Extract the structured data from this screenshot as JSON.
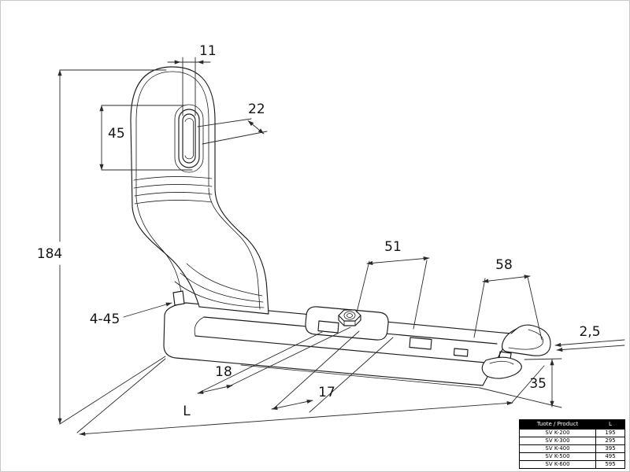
{
  "drawing": {
    "description": "Isometric technical drawing of sheet-metal roof bracket with dimensions",
    "dims": {
      "slot_width": "11",
      "slot_rim": "22",
      "slot_length": "45",
      "height": "184",
      "hole_note": "4-45",
      "offset_18": "18",
      "offset_17": "17",
      "length": "L",
      "spacing_51": "51",
      "spacing_58": "58",
      "thickness": "2,5",
      "end_height": "35"
    },
    "colors": {
      "line": "#1c1c1c",
      "background": "#ffffff"
    }
  },
  "table": {
    "headers": [
      "Tuote / Product",
      "L"
    ],
    "rows": [
      [
        "SV K-200",
        "195"
      ],
      [
        "SV K-300",
        "295"
      ],
      [
        "SV K-400",
        "395"
      ],
      [
        "SV K-500",
        "495"
      ],
      [
        "SV K-600",
        "595"
      ]
    ],
    "header_bg": "#000000",
    "header_fg": "#ffffff"
  }
}
